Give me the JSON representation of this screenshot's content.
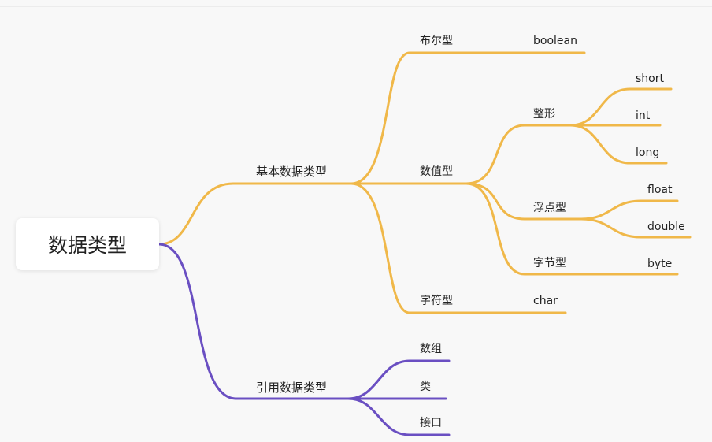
{
  "root": {
    "label": "数据类型"
  },
  "colors": {
    "primitive_branch": "#f0b849",
    "reference_branch": "#6a4fc2",
    "root_bg": "#ffffff",
    "background": "#f8f8f8"
  },
  "branches": {
    "primitive": {
      "label": "基本数据类型",
      "boolean_group": {
        "label": "布尔型",
        "leaf": "boolean"
      },
      "numeric_group": {
        "label": "数值型",
        "integer": {
          "label": "整形",
          "leaves": [
            "short",
            "int",
            "long"
          ]
        },
        "floating": {
          "label": "浮点型",
          "leaves": [
            "float",
            "double"
          ]
        },
        "byte_group": {
          "label": "字节型",
          "leaf": "byte"
        }
      },
      "char_group": {
        "label": "字符型",
        "leaf": "char"
      }
    },
    "reference": {
      "label": "引用数据类型",
      "items": [
        "数组",
        "类",
        "接口"
      ]
    }
  }
}
